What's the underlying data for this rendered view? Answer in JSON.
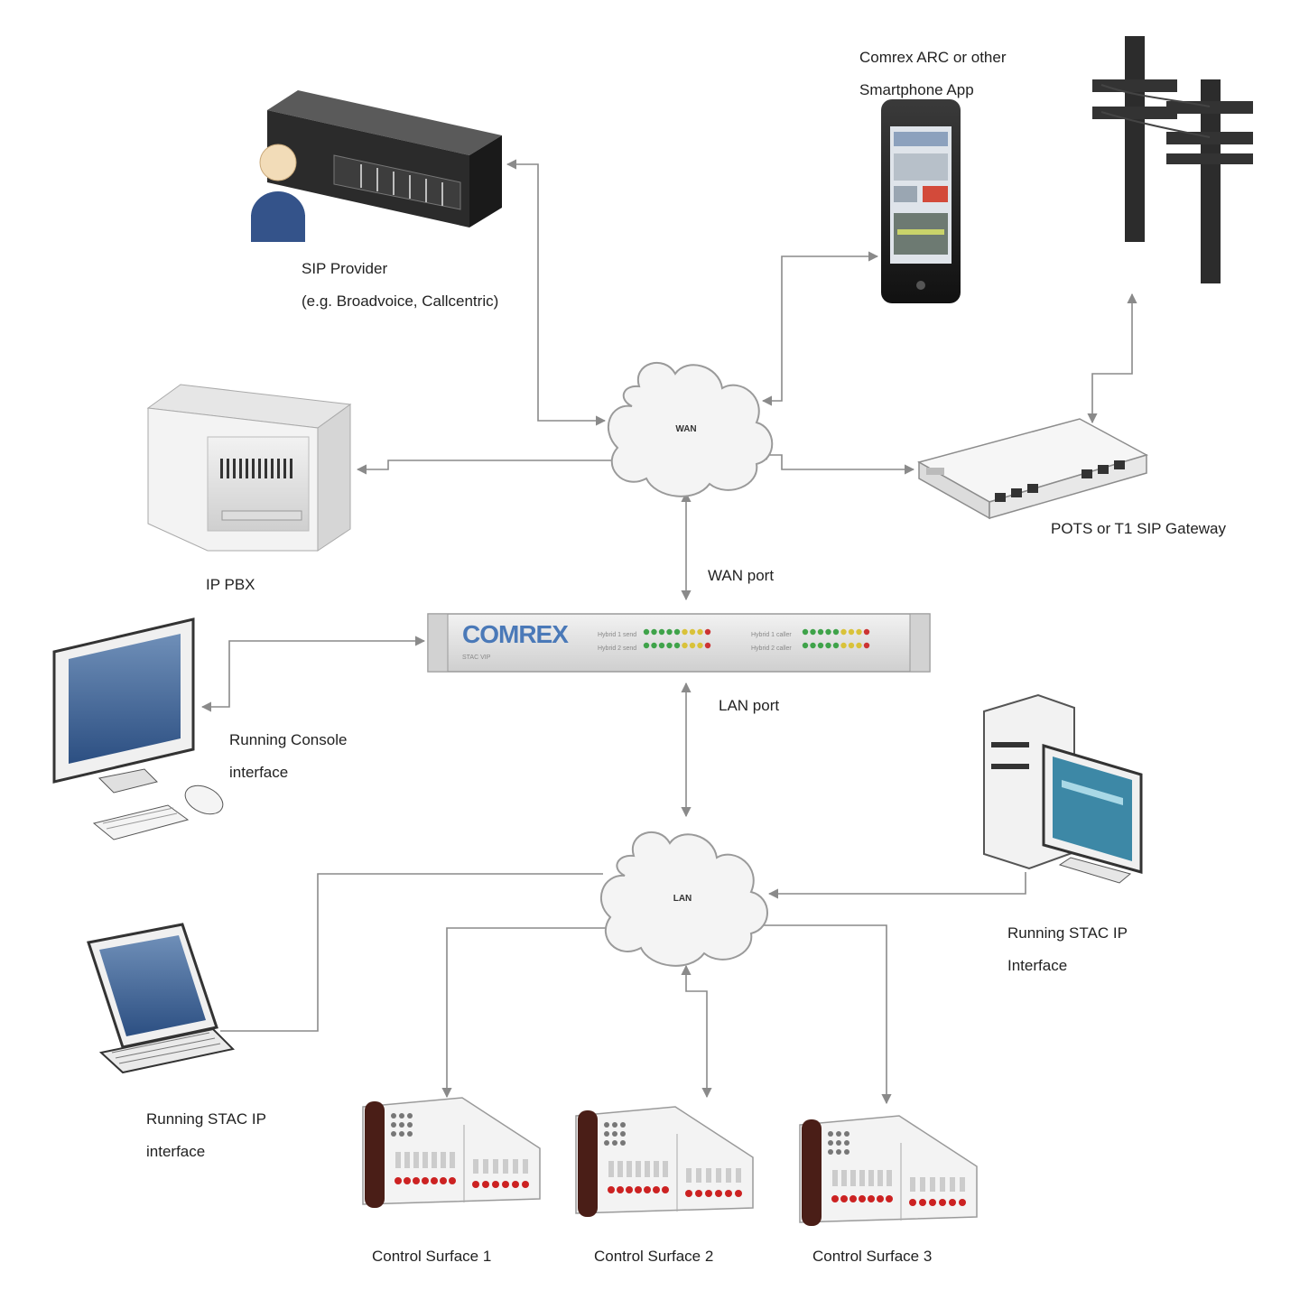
{
  "nodes": {
    "sip_provider": {
      "line1": "SIP Provider",
      "line2": "(e.g. Broadvoice, Callcentric)"
    },
    "smartphone": {
      "line1": "Comrex ARC or other",
      "line2": "Smartphone App"
    },
    "ip_pbx": {
      "label": "IP PBX"
    },
    "gateway": {
      "label": "POTS or T1 SIP Gateway"
    },
    "wan_cloud": {
      "label": "WAN"
    },
    "lan_cloud": {
      "label": "LAN"
    },
    "wan_port": {
      "label": "WAN port"
    },
    "lan_port": {
      "label": "LAN port"
    },
    "console": {
      "line1": "Running Console",
      "line2": "interface"
    },
    "stac_ip_desktop": {
      "line1": "Running STAC IP",
      "line2": "Interface"
    },
    "stac_ip_laptop": {
      "line1": "Running STAC IP",
      "line2": "interface"
    },
    "control_surfaces": [
      "Control Surface 1",
      "Control Surface 2",
      "Control Surface 3"
    ]
  },
  "device": {
    "brand": "COMREX",
    "model": "STAC VIP",
    "meter_labels": [
      "Hybrid 1 send",
      "Hybrid 2 send",
      "Hybrid 1 caller",
      "Hybrid 2 caller"
    ]
  }
}
